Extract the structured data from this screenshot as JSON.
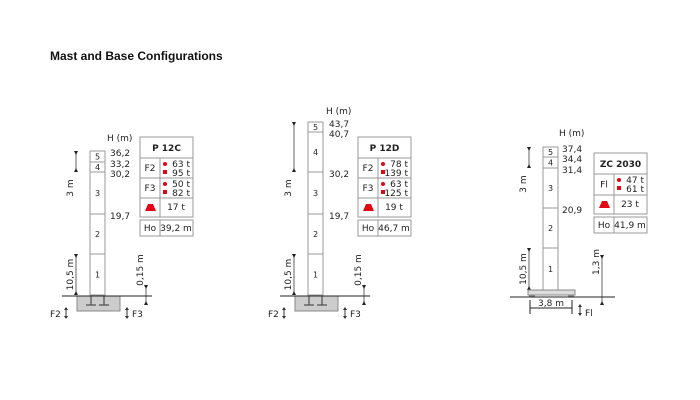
{
  "title": "Mast and Base Configurations",
  "colors": {
    "accent": "#e30613",
    "line": "#999999",
    "base": "#cccccc"
  },
  "h_label": "H (m)",
  "configs": [
    {
      "model": "P 12C",
      "heights": [
        "36,2",
        "33,2",
        "30,2",
        "19,7"
      ],
      "sections": [
        "5",
        "4",
        "3",
        "2",
        "1"
      ],
      "rows": [
        {
          "label": "F2",
          "v1": "63 t",
          "v2": "95 t"
        },
        {
          "label": "F3",
          "v1": "50 t",
          "v2": "82 t"
        }
      ],
      "weight": "17 t",
      "ho_label": "Ho",
      "ho": "39,2 m",
      "dim_top": "3 m",
      "dim_bottom": "10,5 m",
      "dim_right": "0,15 m",
      "force_left": "F2",
      "force_right": "F3"
    },
    {
      "model": "P 12D",
      "heights": [
        "43,7",
        "40,7",
        "30,2",
        "19,7"
      ],
      "sections": [
        "5",
        "4",
        "3",
        "2",
        "1"
      ],
      "rows": [
        {
          "label": "F2",
          "v1": "78 t",
          "v2": "139 t"
        },
        {
          "label": "F3",
          "v1": "63 t",
          "v2": "125 t"
        }
      ],
      "weight": "19 t",
      "ho_label": "Ho",
      "ho": "46,7 m",
      "dim_top": "3 m",
      "dim_bottom": "10,5 m",
      "dim_right": "0,15 m",
      "force_left": "F2",
      "force_right": "F3"
    },
    {
      "model": "ZC 2030",
      "heights": [
        "37,4",
        "34,4",
        "31,4",
        "20,9"
      ],
      "sections": [
        "5",
        "4",
        "3",
        "2",
        "1"
      ],
      "rows": [
        {
          "label": "Fl",
          "v1": "47 t",
          "v2": "61 t"
        }
      ],
      "weight": "23 t",
      "ho_label": "Ho",
      "ho": "41,9 m",
      "dim_top": "3 m",
      "dim_bottom": "10,5 m",
      "dim_right": "1,3 m",
      "base_width": "3,8 m",
      "force": "Fl"
    }
  ]
}
